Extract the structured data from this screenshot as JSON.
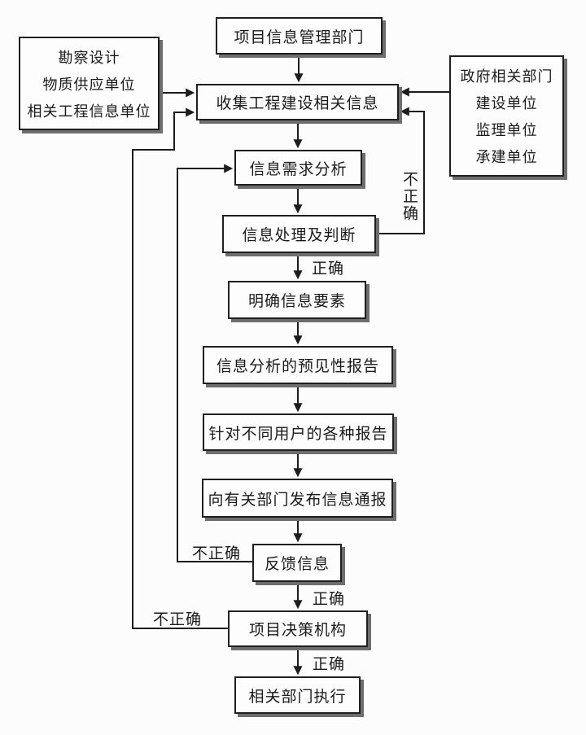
{
  "diagram": {
    "title_hint": "project-information-management-flowchart",
    "colors": {
      "background": "#fcfcfc",
      "line": "#1c1c1c",
      "box_border": "#1f1f1f",
      "box_fill": "#fdfdfd",
      "shadow": "#6e6e6e",
      "text": "#1a1a1a"
    },
    "nodes": {
      "top": "项目信息管理部门",
      "collect": "收集工程建设相关信息",
      "demand": "信息需求分析",
      "process": "信息处理及判断",
      "clarify": "明确信息要素",
      "forecast": "信息分析的预见性报告",
      "reports": "针对不同用户的各种报告",
      "notify": "向有关部门发布信息通报",
      "feedback": "反馈信息",
      "decision": "项目决策机构",
      "execute": "相关部门执行"
    },
    "left_box": {
      "lines": [
        "勘察设计",
        "物质供应单位",
        "相关工程信息单位"
      ]
    },
    "right_box": {
      "lines": [
        "政府相关部门",
        "建设单位",
        "监理单位",
        "承建单位"
      ]
    },
    "labels": {
      "correct_process": "正确",
      "correct_feedback": "正确",
      "correct_decision": "正确",
      "incorrect_process": "不正确",
      "incorrect_feedback": "不正确",
      "incorrect_decision": "不正确"
    }
  }
}
